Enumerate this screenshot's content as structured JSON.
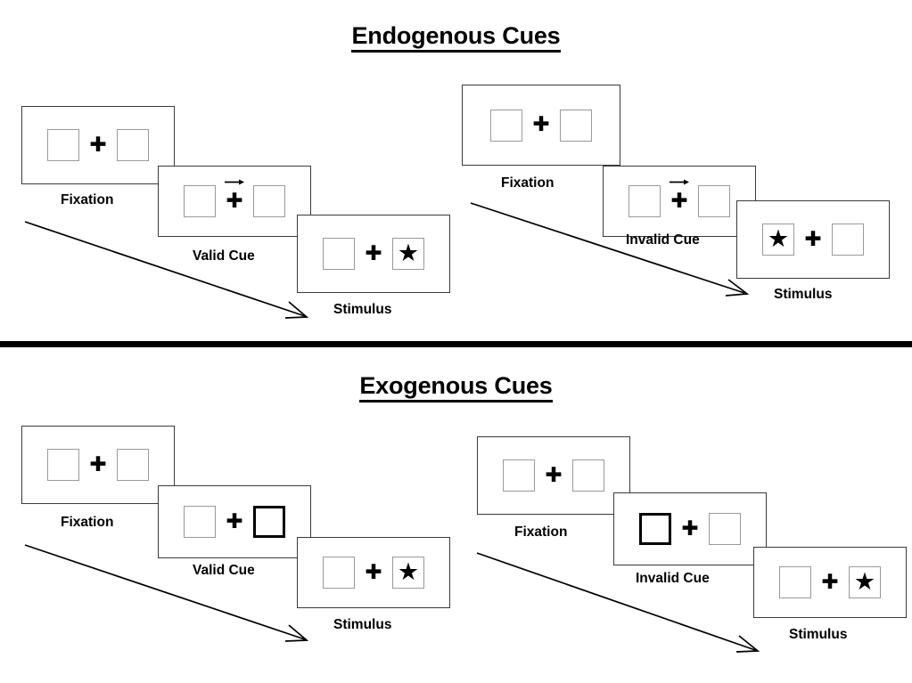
{
  "sections": [
    {
      "id": "endogenous",
      "title": "Endogenous Cues",
      "groups": [
        {
          "id": "endogenous-valid",
          "captions": {
            "fixation": "Fixation",
            "cue": "Valid Cue",
            "stimulus": "Stimulus"
          },
          "cue_type": "arrow",
          "cue_direction": "right",
          "cued_side": "right",
          "target_side": "right",
          "validity": "valid"
        },
        {
          "id": "endogenous-invalid",
          "captions": {
            "fixation": "Fixation",
            "cue": "Invalid Cue",
            "stimulus": "Stimulus"
          },
          "cue_type": "arrow",
          "cue_direction": "right",
          "cued_side": "right",
          "target_side": "left",
          "validity": "invalid"
        }
      ]
    },
    {
      "id": "exogenous",
      "title": "Exogenous Cues",
      "groups": [
        {
          "id": "exogenous-valid",
          "captions": {
            "fixation": "Fixation",
            "cue": "Valid Cue",
            "stimulus": "Stimulus"
          },
          "cue_type": "box-highlight",
          "cue_direction": "",
          "cued_side": "right",
          "target_side": "right",
          "validity": "valid"
        },
        {
          "id": "exogenous-invalid",
          "captions": {
            "fixation": "Fixation",
            "cue": "Invalid Cue",
            "stimulus": "Stimulus"
          },
          "cue_type": "box-highlight",
          "cue_direction": "",
          "cued_side": "left",
          "target_side": "right",
          "validity": "invalid"
        }
      ]
    }
  ],
  "glyphs": {
    "fixation_cross": "✚",
    "target_star": "★"
  },
  "colors": {
    "ink": "#000000",
    "panel_border": "#3a3a3a",
    "box_border": "#9a9a9a",
    "cued_box_border": "#000000",
    "background": "#ffffff"
  }
}
